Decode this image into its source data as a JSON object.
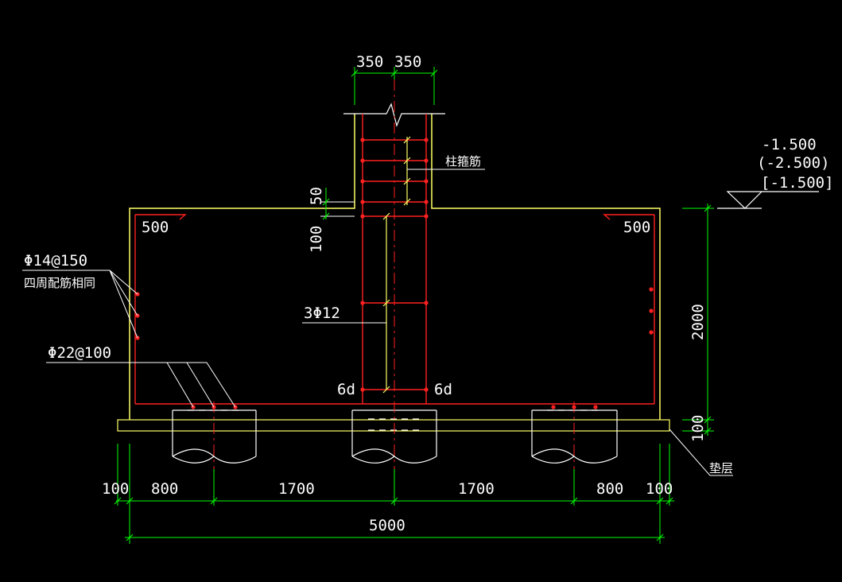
{
  "drawing": {
    "colors": {
      "background": "#000000",
      "outline": "#ffff66",
      "rebar": "#ff2020",
      "dimension": "#00ff00",
      "leader": "#ffffff",
      "text": "#ffffff"
    },
    "column_dims": {
      "left": "350",
      "right": "350"
    },
    "elevations": {
      "top": "-1.500",
      "middle": "(-2.500)",
      "bottom": "[-1.500]"
    },
    "labels": {
      "hook_left": "500",
      "hook_right": "500",
      "stirrup": "柱箍筋",
      "dim_50": "50",
      "dim_100_anchor": "100",
      "side_bar_spec": "Φ14@150",
      "side_bar_note": "四周配筋相同",
      "stirrup_bars": "3Φ12",
      "bottom_bar_spec": "Φ22@100",
      "lap_left": "6d",
      "lap_right": "6d",
      "height_2000": "2000",
      "height_100": "100",
      "cushion": "垫层"
    },
    "bottom_dims": {
      "segments": [
        "100",
        "800",
        "1700",
        "1700",
        "800",
        "100"
      ],
      "total": "5000"
    }
  }
}
